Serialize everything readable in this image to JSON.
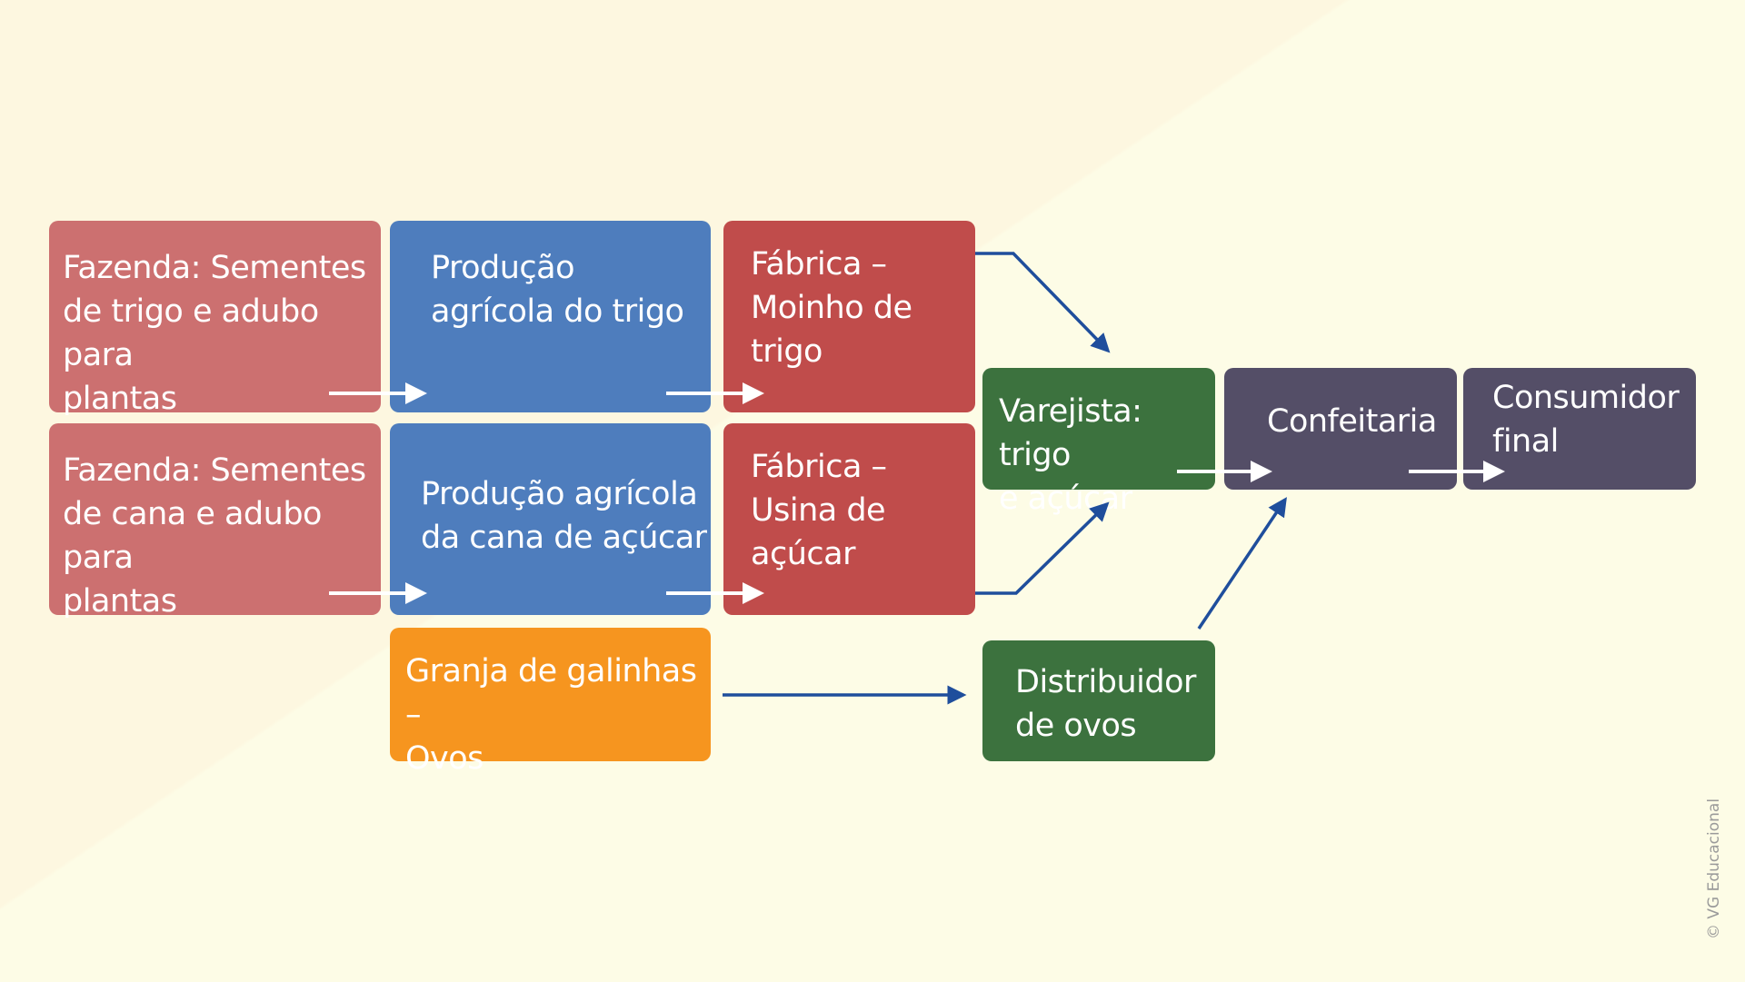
{
  "diagram": {
    "nodes": {
      "fazenda_trigo": {
        "lines": [
          "Fazenda: Sementes",
          "de trigo e adubo para",
          "plantas"
        ]
      },
      "producao_trigo": {
        "lines": [
          "Produção",
          "agrícola do trigo"
        ]
      },
      "fabrica_moinho": {
        "lines": [
          "Fábrica –",
          "Moinho de",
          "trigo"
        ]
      },
      "fazenda_cana": {
        "lines": [
          "Fazenda: Sementes",
          "de cana e adubo para",
          "plantas"
        ]
      },
      "producao_cana": {
        "lines": [
          "Produção agrícola",
          "da cana de açúcar"
        ]
      },
      "fabrica_usina": {
        "lines": [
          "Fábrica –",
          "Usina de",
          "açúcar"
        ]
      },
      "granja": {
        "lines": [
          "Granja de galinhas –",
          "Ovos"
        ]
      },
      "varejista": {
        "lines": [
          "Varejista: trigo",
          "e açúcar"
        ]
      },
      "distribuidor": {
        "lines": [
          "Distribuidor",
          "de ovos"
        ]
      },
      "confeitaria": {
        "lines": [
          "Confeitaria"
        ]
      },
      "consumidor": {
        "lines": [
          "Consumidor",
          "final"
        ]
      }
    },
    "colors": {
      "farm": "#cc7070",
      "production": "#4e7dbd",
      "factory": "#c04c4b",
      "distribution": "#3c723e",
      "eggs": "#f6951f",
      "end": "#544e67",
      "arrow_blue": "#1f4e9c",
      "arrow_white": "#ffffff"
    }
  },
  "footer": {
    "copyright": "© VG Educacional"
  }
}
